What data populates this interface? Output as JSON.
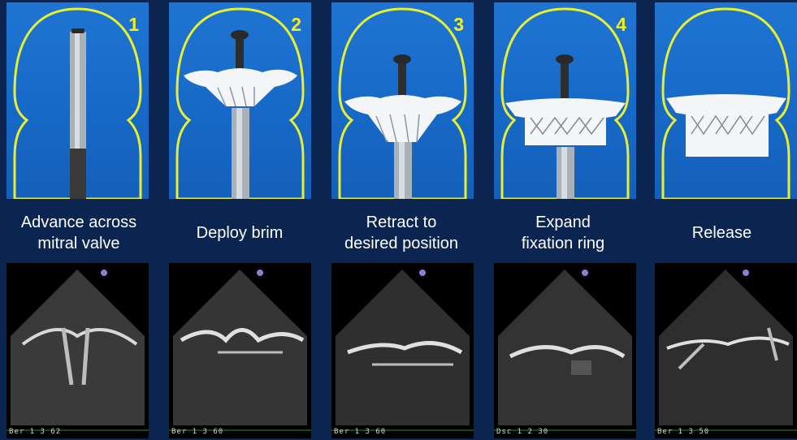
{
  "steps": [
    {
      "number": "1",
      "caption": "Advance across\nmitral valve",
      "echo_label": "Ber 1 3 62"
    },
    {
      "number": "2",
      "caption": "Deploy brim",
      "echo_label": "Ber 1 3 60"
    },
    {
      "number": "3",
      "caption": "Retract to\ndesired position",
      "echo_label": "Ber 1 3 60"
    },
    {
      "number": "4",
      "caption": "Expand\nfixation ring",
      "echo_label": "Dsc 1 2 30"
    },
    {
      "number": "",
      "caption": "Release",
      "echo_label": "Ber 1 3 50"
    }
  ],
  "colors": {
    "background": "#0b2450",
    "panel_blue": "#1769c7",
    "outline_yellow": "#e8ef30",
    "number_yellow": "#f2ee1f",
    "caption_text": "#ffffff"
  }
}
